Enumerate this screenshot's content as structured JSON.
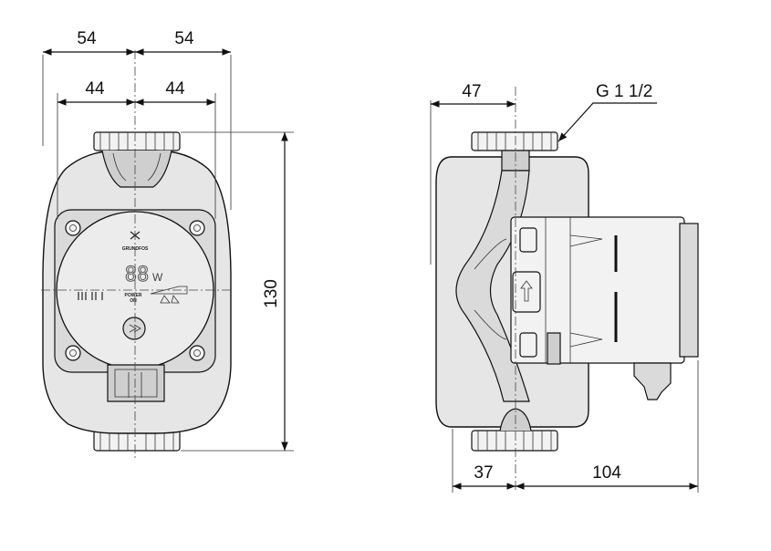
{
  "dimensions": {
    "front_half_width_left": "54",
    "front_half_width_right": "54",
    "front_inner_left": "44",
    "front_inner_right": "44",
    "front_height": "130",
    "side_depth_top": "47",
    "side_bottom_left": "37",
    "side_bottom_right": "104",
    "thread_label": "G 1 1/2"
  },
  "display": {
    "brand": "GRUNDFOS",
    "digits": "88",
    "unit": "W",
    "power_label": "POWER",
    "power_on": "ON",
    "modes": "III II I"
  }
}
